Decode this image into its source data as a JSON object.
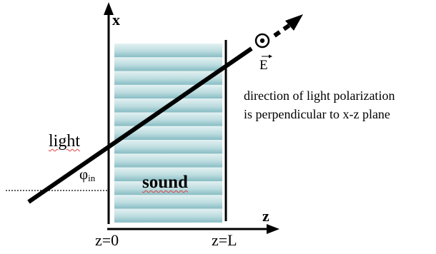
{
  "axes": {
    "x_label": "x",
    "z_label": "z",
    "z0_label": "z=0",
    "zL_label": "z=L"
  },
  "labels": {
    "light": "light",
    "sound": "sound",
    "angle_symbol": "φ",
    "angle_subscript": "in",
    "field_symbol": "E"
  },
  "note": {
    "line1": "direction of light polarization",
    "line2": "is perpendicular to x-z plane"
  },
  "colors": {
    "stripe_light": "#e2f0f1",
    "stripe_dark": "#8fc1c7",
    "ink": "#000000"
  }
}
